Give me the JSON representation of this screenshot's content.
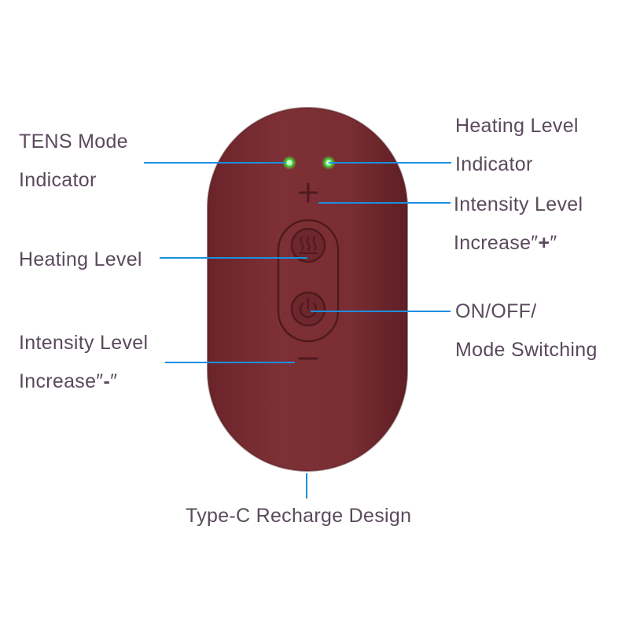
{
  "colors": {
    "device_body": "#7a2e33",
    "device_shade": "#5e1f25",
    "led": "#3cff3c",
    "leader_line": "#1b8fe0",
    "label_text": "#5a4a5c"
  },
  "icons": {
    "plus": "plus-icon",
    "minus": "minus-icon",
    "heat": "heat-waves-icon",
    "power": "power-icon"
  },
  "labels": {
    "tens_mode": {
      "line1": "TENS Mode",
      "line2": "Indicator"
    },
    "heating_indicator": {
      "line1": "Heating Level",
      "line2": "Indicator"
    },
    "intensity_plus": {
      "line1": "Intensity Level",
      "line2_text": "Increase″",
      "symbol": "+",
      "close": "″"
    },
    "heating_level": {
      "line1": "Heating Level"
    },
    "on_off": {
      "line1": "ON/OFF/",
      "line2": "Mode Switching"
    },
    "intensity_minus": {
      "line1": "Intensity Level",
      "line2_text": "Increase″",
      "symbol": "-",
      "close": "″"
    },
    "type_c": {
      "line1": "Type-C Recharge Design"
    }
  }
}
